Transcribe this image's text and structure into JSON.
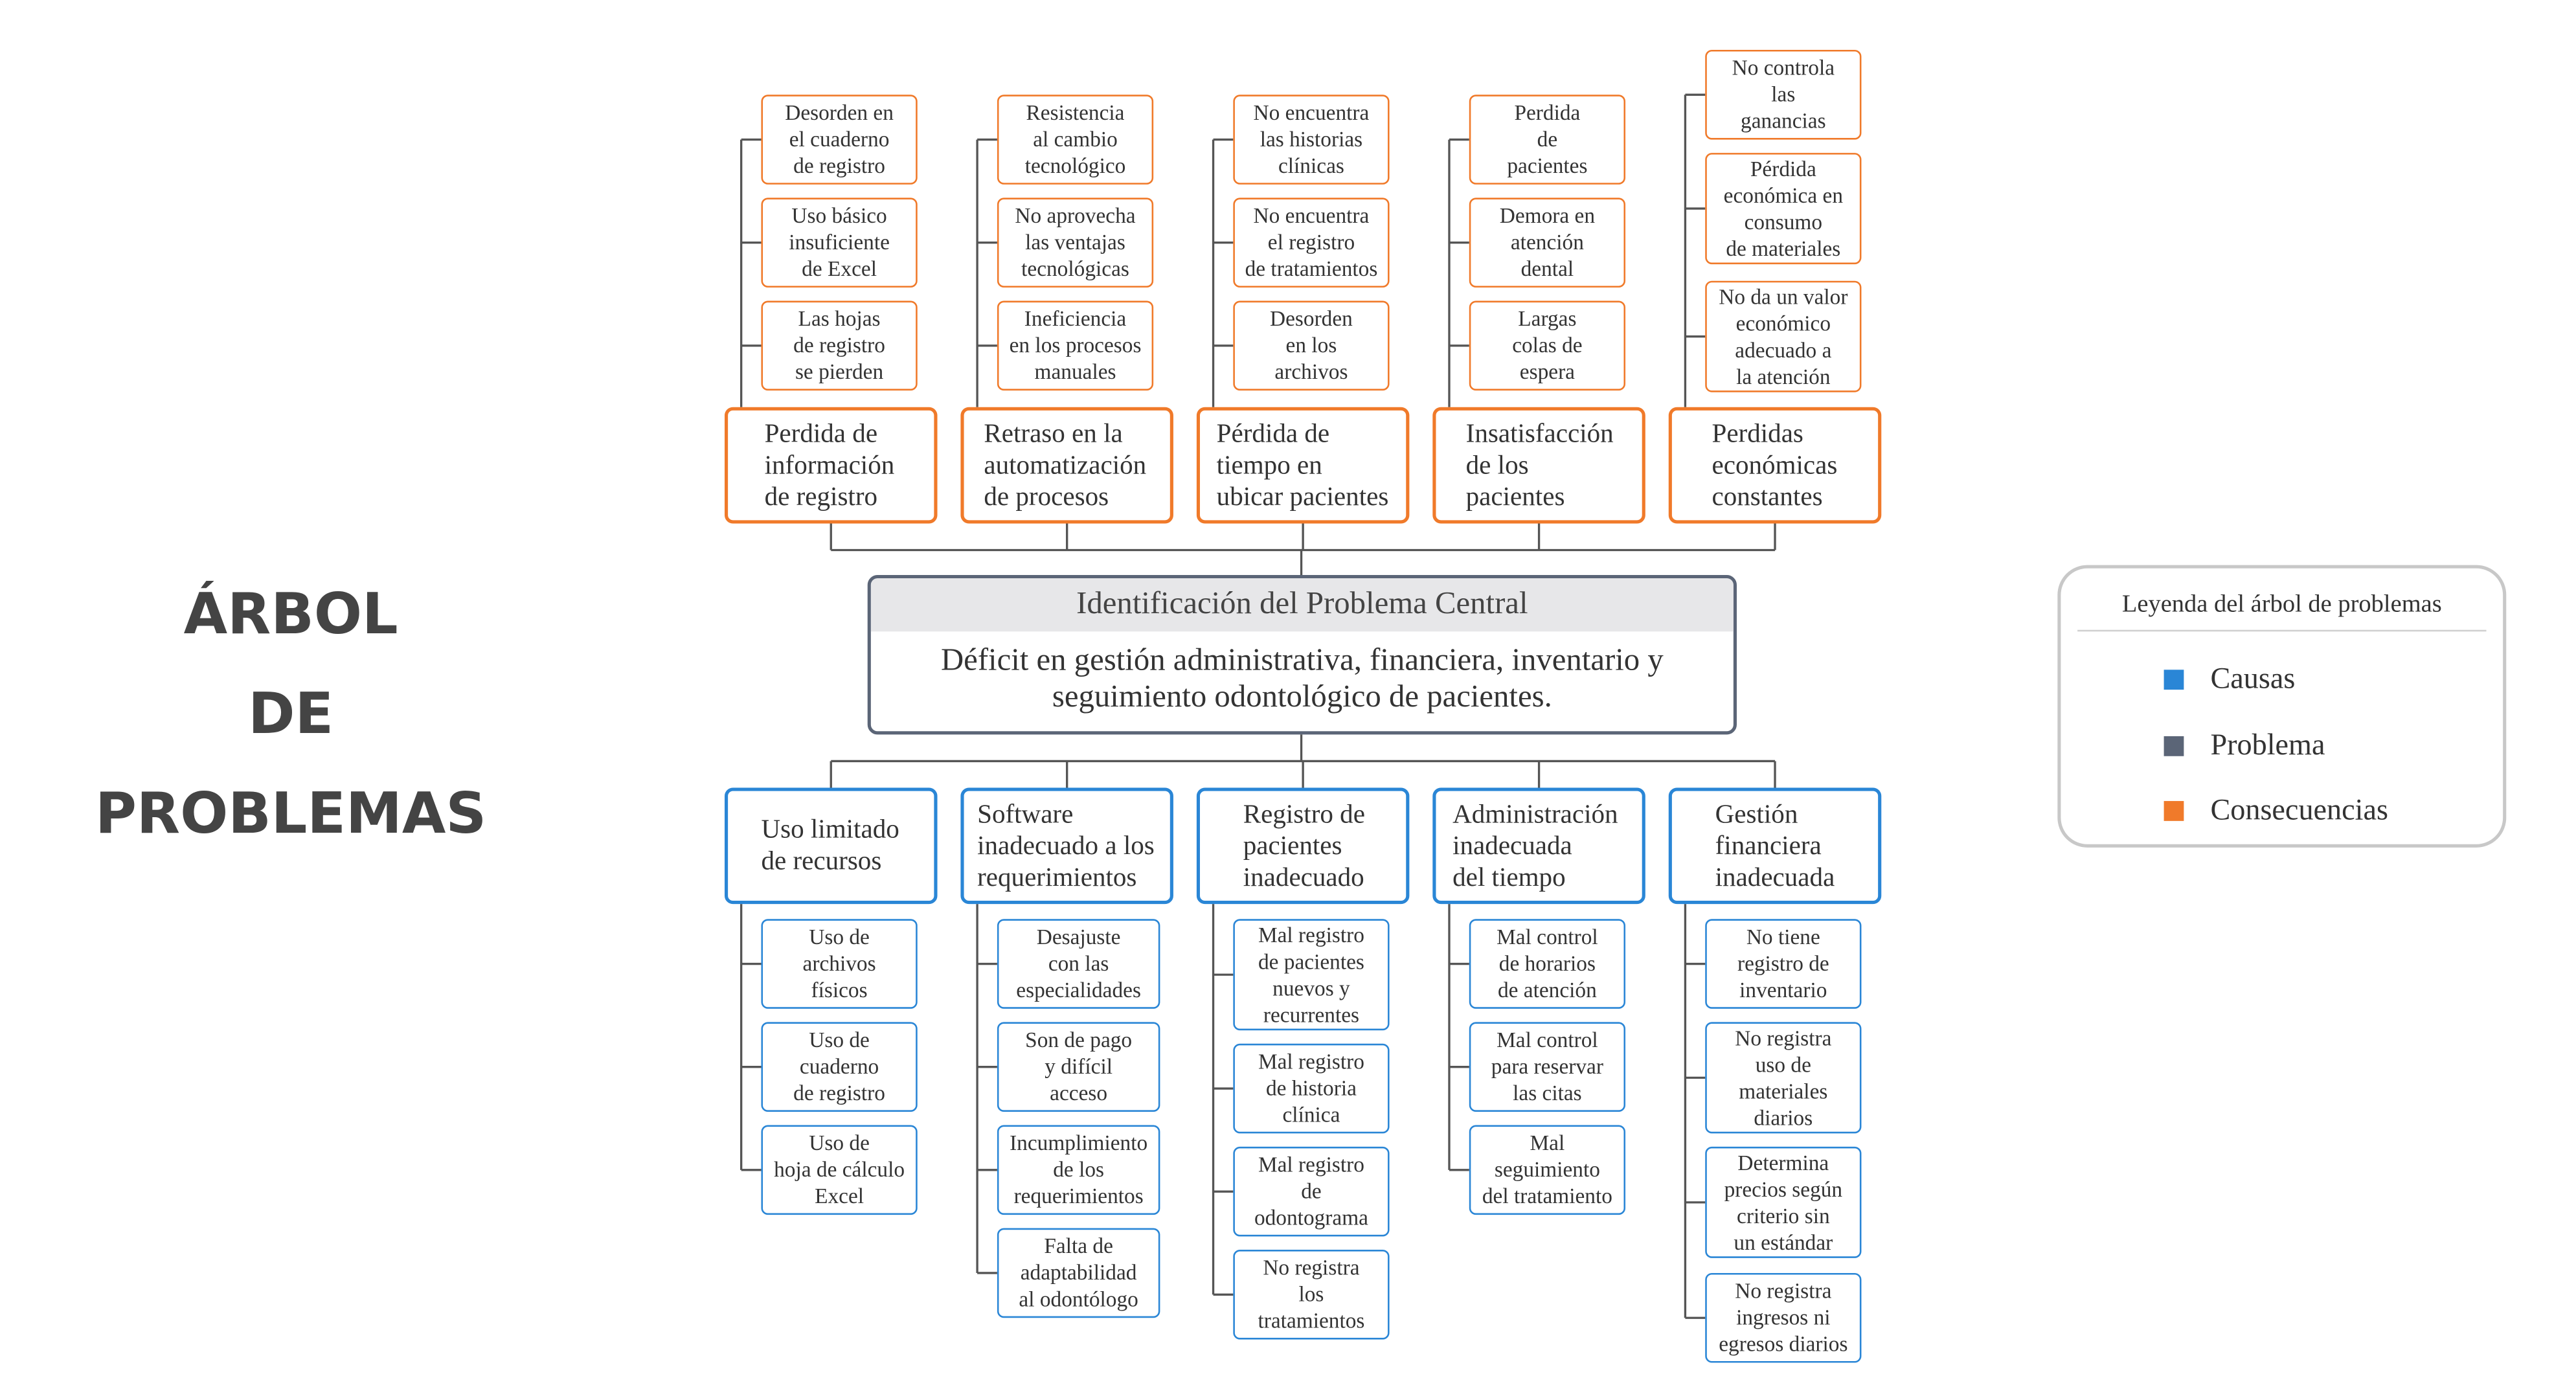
{
  "title": [
    "ÁRBOL",
    "DE",
    "PROBLEMAS"
  ],
  "central": {
    "header": "Identificación del Problema Central",
    "text": "Déficit en gestión administrativa, financiera, inventario y\nseguimiento odontológico de pacientes."
  },
  "consequences": [
    {
      "label": "Perdida de\ninformación\nde registro",
      "items": [
        "Desorden en\nel cuaderno\nde registro",
        "Uso básico\ninsuficiente\nde Excel",
        "Las hojas\nde registro\nse pierden"
      ]
    },
    {
      "label": "Retraso en la\nautomatización\nde procesos",
      "items": [
        "Resistencia\nal cambio\ntecnológico",
        "No aprovecha\nlas ventajas\ntecnológicas",
        "Ineficiencia\nen los procesos\nmanuales"
      ]
    },
    {
      "label": "Pérdida de\ntiempo en\nubicar pacientes",
      "items": [
        "No encuentra\nlas historias\nclínicas",
        "No encuentra\nel registro\nde tratamientos",
        "Desorden\nen los\narchivos"
      ]
    },
    {
      "label": "Insatisfacción\nde los\npacientes",
      "items": [
        "Perdida\nde\npacientes",
        "Demora en\natención\ndental",
        "Largas\ncolas de\nespera"
      ]
    },
    {
      "label": "Perdidas\neconómicas\nconstantes",
      "items": [
        "No controla\nlas\nganancias",
        "Pérdida\neconómica en\nconsumo\nde materiales",
        "No da un valor\neconómico\nadecuado a\nla atención"
      ]
    }
  ],
  "causes": [
    {
      "label": "Uso limitado\nde recursos",
      "items": [
        "Uso de\narchivos\nfísicos",
        "Uso de\ncuaderno\nde registro",
        "Uso de\nhoja de cálculo\nExcel"
      ]
    },
    {
      "label": "Software\ninadecuado a los\nrequerimientos",
      "items": [
        "Desajuste\ncon las\nespecialidades",
        "Son de pago\ny difícil\nacceso",
        "Incumplimiento\nde los\nrequerimientos",
        "Falta de\nadaptabilidad\nal odontólogo"
      ]
    },
    {
      "label": "Registro de\npacientes\ninadecuado",
      "items": [
        "Mal registro\nde pacientes\nnuevos y\nrecurrentes",
        "Mal registro\nde historia\nclínica",
        "Mal registro\nde\nodontograma",
        "No registra\nlos\ntratamientos"
      ]
    },
    {
      "label": "Administración\ninadecuada\ndel tiempo",
      "items": [
        "Mal control\nde horarios\nde atención",
        "Mal control\npara reservar\nlas citas",
        "Mal\nseguimiento\ndel tratamiento"
      ]
    },
    {
      "label": "Gestión\nfinanciera\ninadecuada",
      "items": [
        "No tiene\nregistro de\ninventario",
        "No registra\nuso de\nmateriales\ndiarios",
        "Determina\nprecios según\ncriterio sin\nun estándar",
        "No registra\ningresos ni\negresos diarios"
      ]
    }
  ],
  "legend": {
    "title": "Leyenda del árbol de problemas",
    "items": [
      {
        "label": "Causas",
        "color": "#2a86d6"
      },
      {
        "label": "Problema",
        "color": "#5b6577"
      },
      {
        "label": "Consecuencias",
        "color": "#f07a2a"
      }
    ]
  },
  "colors": {
    "consequence": "#f07a2a",
    "cause": "#2a86d6",
    "problem": "#5b6577",
    "line": "#555555"
  }
}
